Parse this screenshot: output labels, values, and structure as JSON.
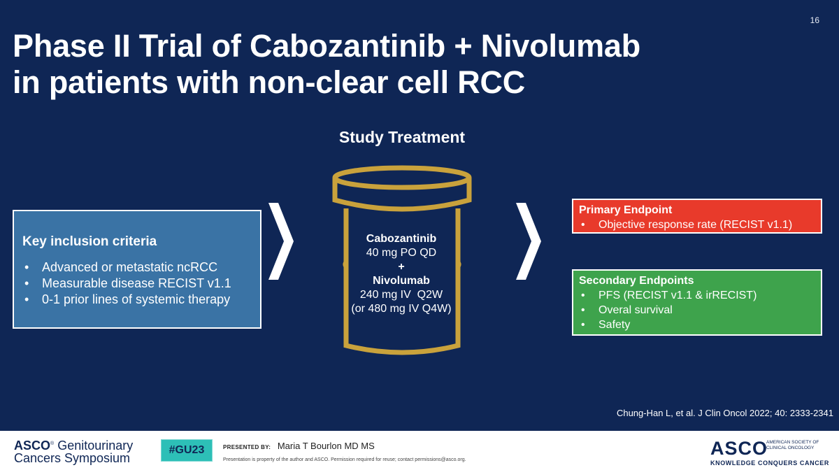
{
  "slide": {
    "page_number": "16",
    "title_line1": "Phase II Trial of Cabozantinib + Nivolumab",
    "title_line2": "in patients with non-clear cell RCC",
    "study_treatment_label": "Study Treatment",
    "inclusion": {
      "heading": "Key inclusion criteria",
      "items": [
        "Advanced or metastatic ncRCC",
        "Measurable disease RECIST v1.1",
        "0-1 prior lines of systemic therapy"
      ]
    },
    "treatment": {
      "drug1_name": "Cabozantinib",
      "drug1_dose": "40 mg PO QD",
      "plus": "+",
      "drug2_name": "Nivolumab",
      "drug2_dose": "240 mg IV  Q2W",
      "drug2_alt": "(or 480 mg IV Q4W)"
    },
    "primary_endpoint": {
      "heading": "Primary Endpoint",
      "items": [
        "Objective response rate (RECIST v1.1)"
      ]
    },
    "secondary_endpoints": {
      "heading": "Secondary Endpoints",
      "items": [
        "PFS (RECIST v1.1 & irRECIST)",
        "Overal survival",
        "Safety"
      ]
    },
    "citation": "Chung-Han L, et al. J Clin Oncol 2022; 40: 2333-2341"
  },
  "footer": {
    "asco_brand": "ASCO",
    "symposium_line1": "Genitourinary",
    "symposium_line2": "Cancers Symposium",
    "hashtag": "#GU23",
    "presented_by_label": "PRESENTED BY:",
    "presenter": "Maria T Bourlon MD MS",
    "disclaimer": "Presentation is property of the author and ASCO. Permission required for reuse; contact permissions@asco.org.",
    "logo_word": "ASCO",
    "logo_society_line1": "AMERICAN SOCIETY OF",
    "logo_society_line2": "CLINICAL ONCOLOGY",
    "logo_tagline": "KNOWLEDGE CONQUERS CANCER"
  },
  "colors": {
    "background": "#0f2655",
    "inclusion_box": "#3a73a5",
    "primary_box": "#e83a2b",
    "secondary_box": "#3ea34c",
    "jar_outline": "#c9a23c",
    "hashtag_box": "#2dbfb7"
  }
}
